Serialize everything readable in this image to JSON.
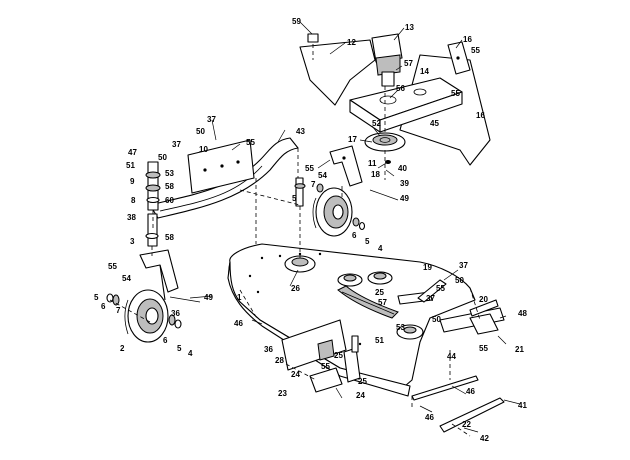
{
  "callouts": [
    {
      "id": "c59",
      "text": "59"
    },
    {
      "id": "c13",
      "text": "13"
    },
    {
      "id": "c12",
      "text": "12"
    },
    {
      "id": "c16a",
      "text": "16"
    },
    {
      "id": "c55a",
      "text": "55"
    },
    {
      "id": "c57a",
      "text": "57"
    },
    {
      "id": "c14",
      "text": "14"
    },
    {
      "id": "c56",
      "text": "56"
    },
    {
      "id": "c55b",
      "text": "55"
    },
    {
      "id": "c52",
      "text": "52"
    },
    {
      "id": "c45",
      "text": "45"
    },
    {
      "id": "c16b",
      "text": "16"
    },
    {
      "id": "c17",
      "text": "17"
    },
    {
      "id": "c37a",
      "text": "37"
    },
    {
      "id": "c50a",
      "text": "50"
    },
    {
      "id": "c55c",
      "text": "55"
    },
    {
      "id": "c43",
      "text": "43"
    },
    {
      "id": "c10",
      "text": "10"
    },
    {
      "id": "c37b",
      "text": "37"
    },
    {
      "id": "c47",
      "text": "47"
    },
    {
      "id": "c50b",
      "text": "50"
    },
    {
      "id": "c51",
      "text": "51"
    },
    {
      "id": "c53a",
      "text": "53"
    },
    {
      "id": "c9",
      "text": "9"
    },
    {
      "id": "c58a",
      "text": "58"
    },
    {
      "id": "c8",
      "text": "8"
    },
    {
      "id": "c60",
      "text": "60"
    },
    {
      "id": "c38",
      "text": "38"
    },
    {
      "id": "c3",
      "text": "3"
    },
    {
      "id": "c58b",
      "text": "58"
    },
    {
      "id": "c11",
      "text": "11"
    },
    {
      "id": "c40",
      "text": "40"
    },
    {
      "id": "c18",
      "text": "18"
    },
    {
      "id": "c39",
      "text": "39"
    },
    {
      "id": "c55d",
      "text": "55"
    },
    {
      "id": "c54a",
      "text": "54"
    },
    {
      "id": "c7",
      "text": "7"
    },
    {
      "id": "c5a",
      "text": "5"
    },
    {
      "id": "c49a",
      "text": "49"
    },
    {
      "id": "c6a",
      "text": "6"
    },
    {
      "id": "c5b",
      "text": "5"
    },
    {
      "id": "c4a",
      "text": "4"
    },
    {
      "id": "c55e",
      "text": "55"
    },
    {
      "id": "c54b",
      "text": "54"
    },
    {
      "id": "c5c",
      "text": "5"
    },
    {
      "id": "c6b",
      "text": "6"
    },
    {
      "id": "c7b",
      "text": "7"
    },
    {
      "id": "c49b",
      "text": "49"
    },
    {
      "id": "c1",
      "text": "1"
    },
    {
      "id": "c26",
      "text": "26"
    },
    {
      "id": "c36",
      "text": "36"
    },
    {
      "id": "c6c",
      "text": "6"
    },
    {
      "id": "c5d",
      "text": "5"
    },
    {
      "id": "c4b",
      "text": "4"
    },
    {
      "id": "c2",
      "text": "2"
    },
    {
      "id": "c46a",
      "text": "46"
    },
    {
      "id": "c19",
      "text": "19"
    },
    {
      "id": "c37c",
      "text": "37"
    },
    {
      "id": "c55f",
      "text": "55"
    },
    {
      "id": "c50c",
      "text": "50"
    },
    {
      "id": "c25a",
      "text": "25"
    },
    {
      "id": "c37d",
      "text": "37"
    },
    {
      "id": "c57b",
      "text": "57"
    },
    {
      "id": "c20",
      "text": "20"
    },
    {
      "id": "c48",
      "text": "48"
    },
    {
      "id": "c50d",
      "text": "50"
    },
    {
      "id": "c53b",
      "text": "53"
    },
    {
      "id": "c51b",
      "text": "51"
    },
    {
      "id": "c55g",
      "text": "55"
    },
    {
      "id": "c21",
      "text": "21"
    },
    {
      "id": "c44",
      "text": "44"
    },
    {
      "id": "c36b",
      "text": "36"
    },
    {
      "id": "c28",
      "text": "28"
    },
    {
      "id": "c25b",
      "text": "25"
    },
    {
      "id": "c24a",
      "text": "24"
    },
    {
      "id": "c55h",
      "text": "55"
    },
    {
      "id": "c25c",
      "text": "25"
    },
    {
      "id": "c23",
      "text": "23"
    },
    {
      "id": "c24b",
      "text": "24"
    },
    {
      "id": "c46b",
      "text": "46"
    },
    {
      "id": "c46c",
      "text": "46"
    },
    {
      "id": "c41",
      "text": "41"
    },
    {
      "id": "c22",
      "text": "22"
    },
    {
      "id": "c42",
      "text": "42"
    }
  ]
}
